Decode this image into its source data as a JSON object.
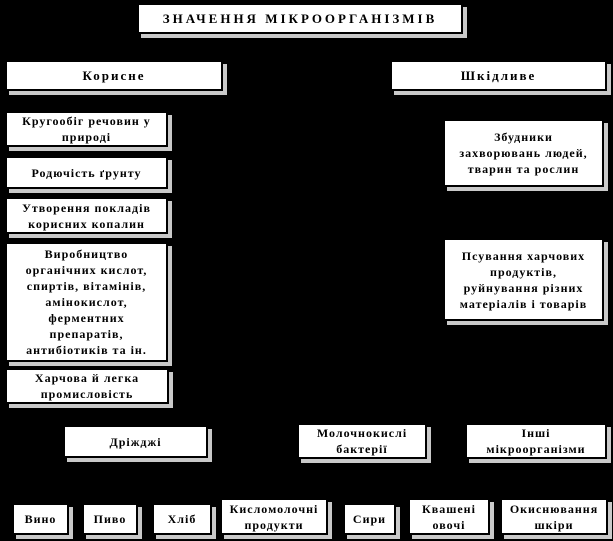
{
  "colors": {
    "background": "#000000",
    "box_fill": "#ffffff",
    "box_border": "#000000",
    "box_shadow": "#c9c9c9",
    "text": "#000000"
  },
  "title": {
    "label": "ЗНАЧЕННЯ МІКРООРГАНІЗМІВ"
  },
  "branches": {
    "useful": {
      "label": "Корисне"
    },
    "harmful": {
      "label": "Шкідливе"
    }
  },
  "useful_items": [
    {
      "label": "Кругообіг речовин у\nприроді"
    },
    {
      "label": "Родючість ґрунту"
    },
    {
      "label": "Утворення покладів\nкорисних копалин"
    },
    {
      "label": "Виробництво\nорганічних кислот,\nспиртів, вітамінів,\nамінокислот,\nферментних\nпрепаратів,\nантибіотиків та ін."
    },
    {
      "label": "Харчова й легка\nпромисловість"
    }
  ],
  "harmful_items": [
    {
      "label": "Збудники\nзахворювань людей,\nтварин та рослин"
    },
    {
      "label": "Псування харчових\nпродуктів,\nруйнування різних\nматеріалів і товарів"
    }
  ],
  "groups": [
    {
      "label": "Дріжджі"
    },
    {
      "label": "Молочнокислі\nбактерії"
    },
    {
      "label": "Інші\nмікроорганізми"
    }
  ],
  "products": [
    {
      "label": "Вино"
    },
    {
      "label": "Пиво"
    },
    {
      "label": "Хліб"
    },
    {
      "label": "Кисломолочні\nпродукти"
    },
    {
      "label": "Сири"
    },
    {
      "label": "Квашені\nовочі"
    },
    {
      "label": "Окиснювання\nшкіри"
    }
  ]
}
